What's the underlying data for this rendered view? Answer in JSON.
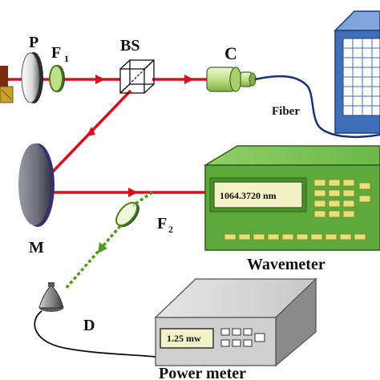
{
  "labels": {
    "polarizer": "P",
    "filter1_letter": "F",
    "filter1_sub": "1",
    "beamsplitter": "BS",
    "coupler": "C",
    "fiber": "Fiber",
    "mirror": "M",
    "filter2_letter": "F",
    "filter2_sub": "2",
    "detector": "D",
    "wavemeter": "Wavemeter",
    "power_meter": "Power meter"
  },
  "readouts": {
    "wavemeter_display": "1064.3720 nm",
    "power_display": "1.25 mw"
  },
  "colors": {
    "laser": "#d8101a",
    "filtered_beam": "#4e9a1e",
    "wavemeter_body": "#5da93c",
    "display": "#f3f1c6",
    "keypad": "#e6e07a",
    "spectrometer": "#3f6fb8",
    "fiber": "#1a2f7a"
  }
}
